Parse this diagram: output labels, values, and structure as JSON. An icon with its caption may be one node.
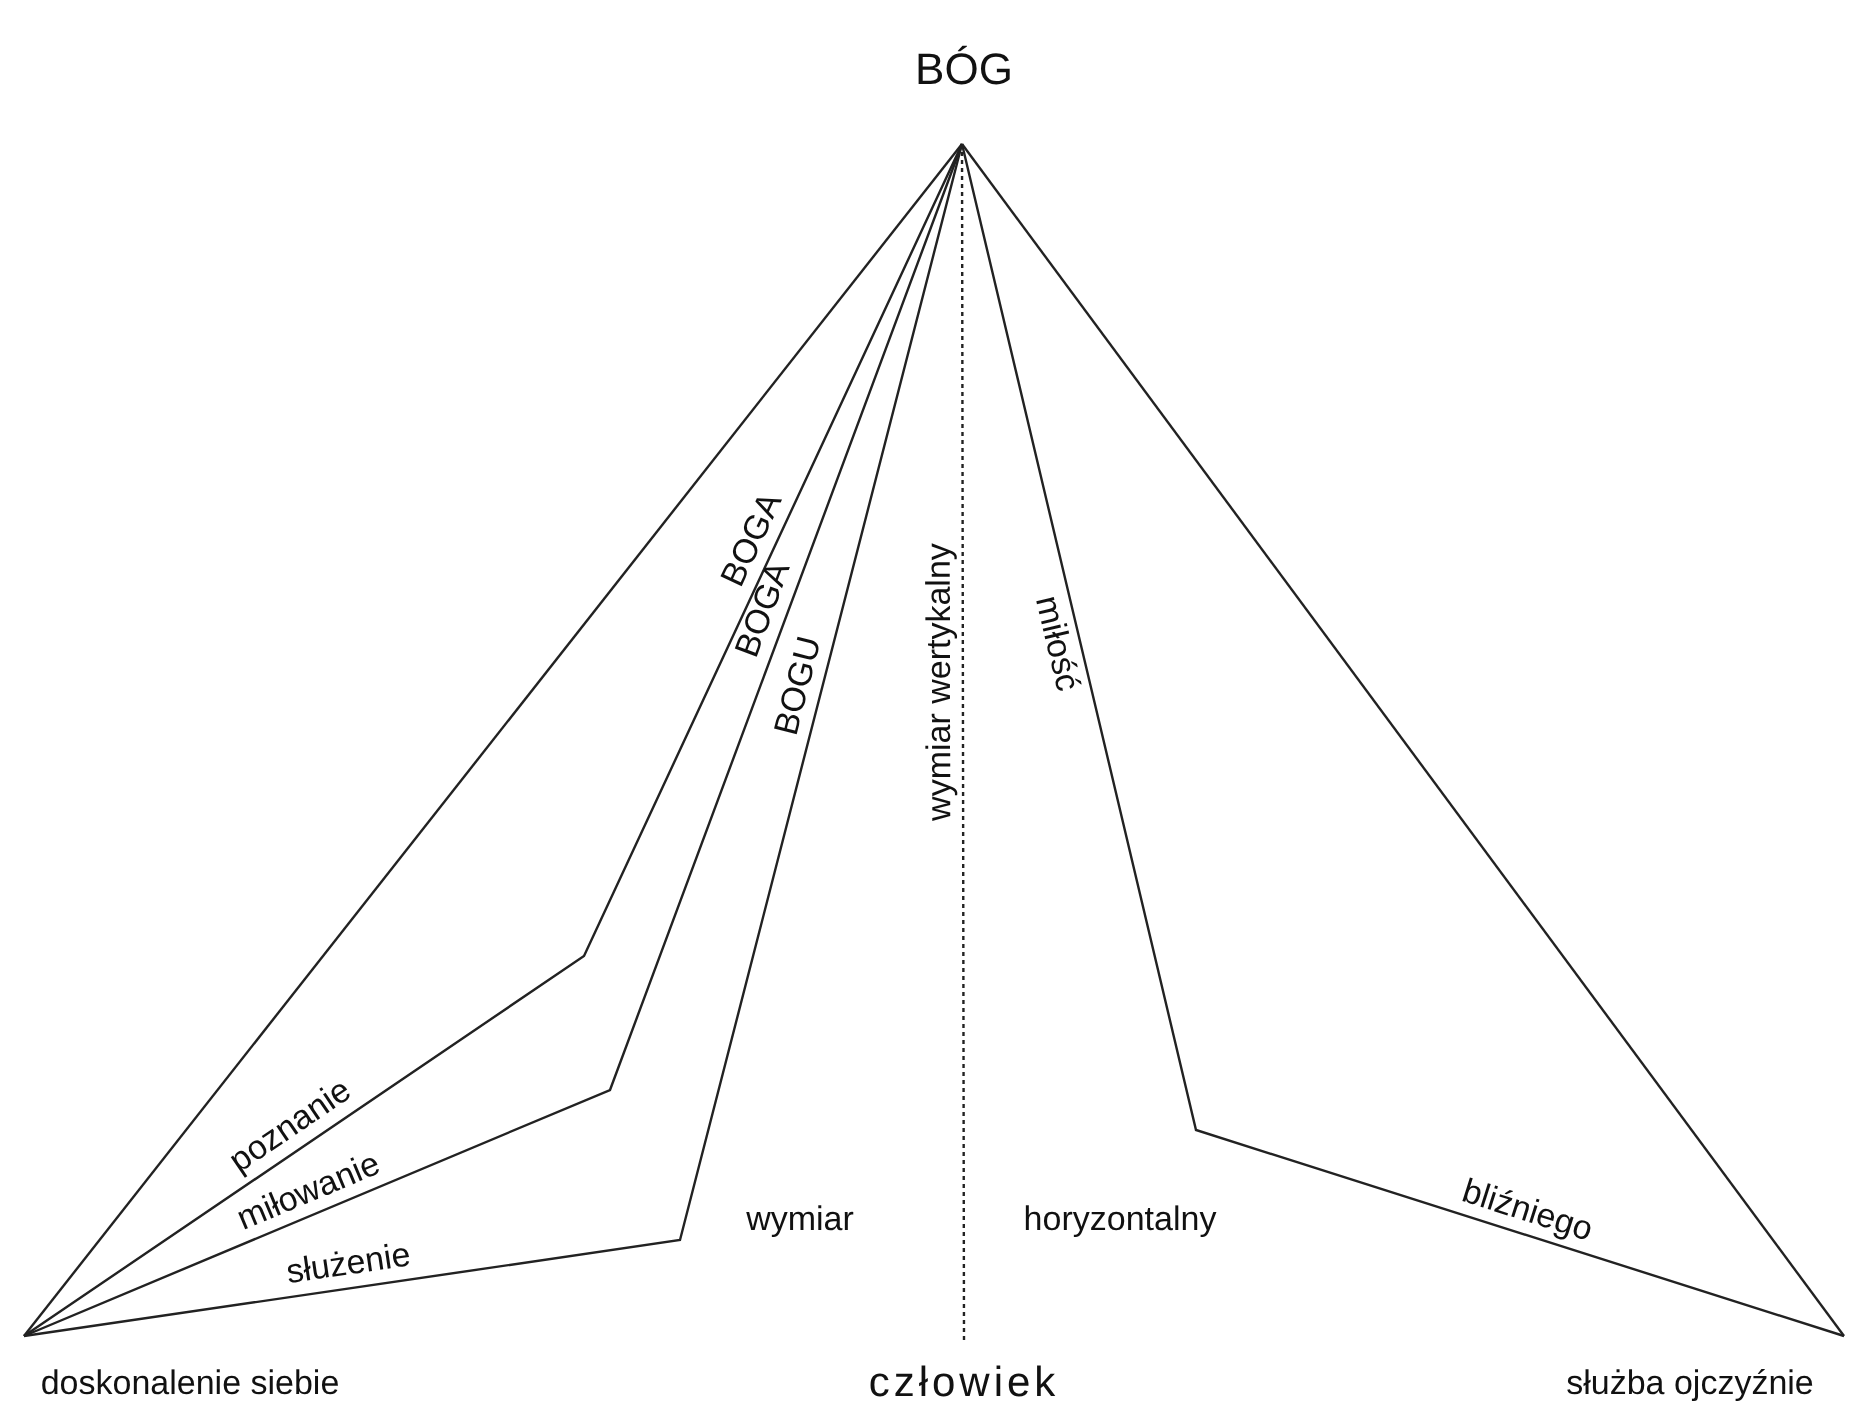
{
  "diagram": {
    "nodes": [
      {
        "text": [
          "BÓG"
        ]
      },
      {
        "text": [
          "doskonalenie siebie"
        ]
      },
      {
        "text": [
          "człowiek"
        ]
      },
      {
        "text": [
          "służba ojczyźnie"
        ]
      }
    ],
    "edges": [
      {
        "from": 0,
        "to": 1,
        "arrow": "none"
      },
      {
        "from": 1,
        "to": 0,
        "arrow": "none",
        "label": "poznanie BOGA"
      },
      {
        "from": 1,
        "to": 0,
        "arrow": "none",
        "label": "miłowanie BOGA"
      },
      {
        "from": 1,
        "to": 0,
        "arrow": "none",
        "label": "służenie BOGU"
      },
      {
        "from": 0,
        "to": 2,
        "arrow": "none",
        "style": "dashed",
        "label": "wymiar wertykalny"
      },
      {
        "from": 0,
        "to": 3,
        "arrow": "none",
        "label": "miłość bliźniego"
      },
      {
        "from": 0,
        "to": 3,
        "arrow": "none"
      }
    ],
    "labels": [
      "wymiar",
      "horyzontalny"
    ]
  }
}
